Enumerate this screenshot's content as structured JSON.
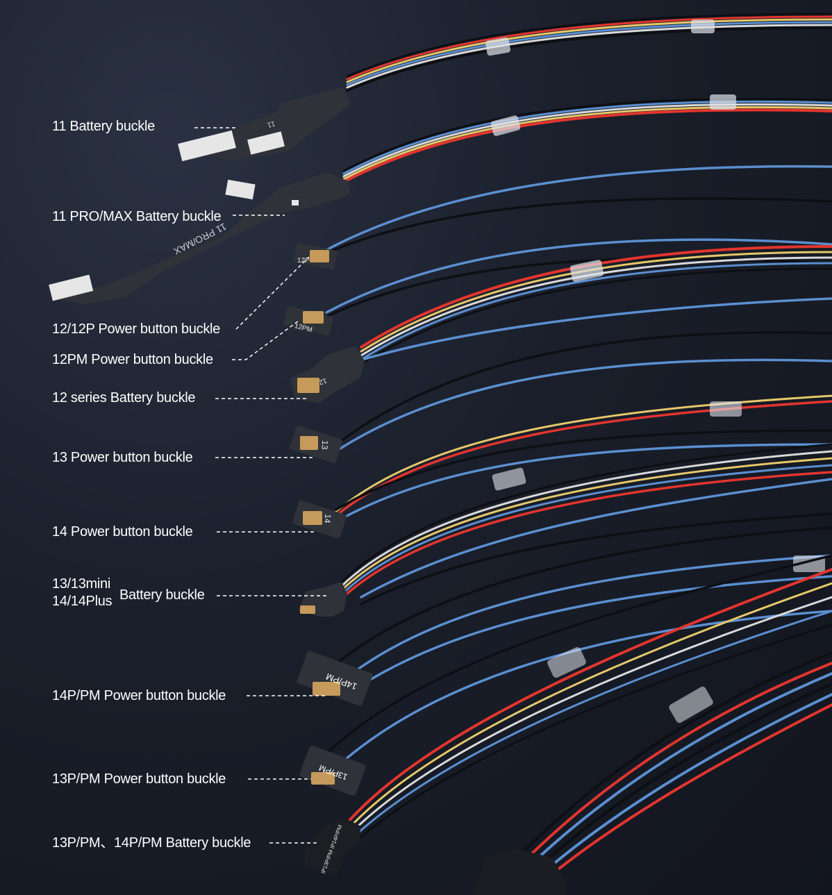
{
  "labels": [
    {
      "key": "l11",
      "text": "11 Battery buckle"
    },
    {
      "key": "l11pm",
      "text": "11 PRO/MAX Battery buckle"
    },
    {
      "key": "l12p",
      "text": "12/12P Power button buckle"
    },
    {
      "key": "l12pm",
      "text": "12PM Power button buckle"
    },
    {
      "key": "l12s",
      "text": "12 series Battery buckle"
    },
    {
      "key": "l13",
      "text": "13 Power button buckle"
    },
    {
      "key": "l14",
      "text": "14 Power button buckle"
    },
    {
      "key": "l13mini_a",
      "text": "13/13mini"
    },
    {
      "key": "l13mini_b",
      "text": "14/14Plus"
    },
    {
      "key": "l13mini_c",
      "text": "Battery buckle"
    },
    {
      "key": "l14ppm",
      "text": "14P/PM Power button buckle"
    },
    {
      "key": "l13ppm",
      "text": "13P/PM Power button buckle"
    },
    {
      "key": "l13bat",
      "text": "13P/PM、14P/PM Battery buckle"
    }
  ],
  "connector_marks": {
    "m11": "11",
    "m11pm": "11 PRO/MAX",
    "m12p": "12P",
    "m12pm": "12PM",
    "m12": "12",
    "m13": "13",
    "m14": "14",
    "m14ppm": "14P/PM",
    "m13ppm": "13P/PM",
    "m13bat": "IP13P/PM IP14P/PM"
  },
  "colors": {
    "red": "#e3352e",
    "blue": "#5b8fd0",
    "black": "#0d0f13",
    "yellow": "#e6c869",
    "white": "#d9d9d9",
    "pcb": "#2f3238"
  }
}
